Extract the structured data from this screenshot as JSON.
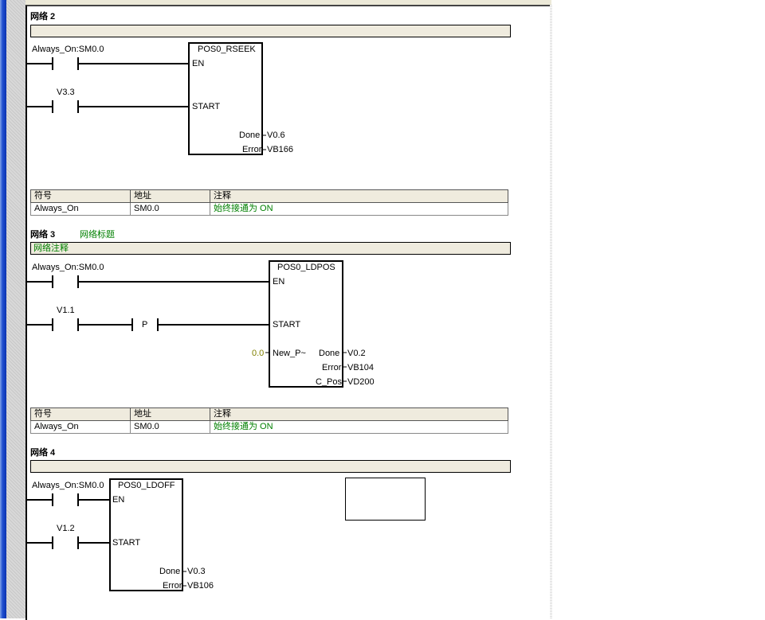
{
  "networks": [
    {
      "title": "网络 2",
      "box": {
        "name": "POS0_RSEEK",
        "in": [
          "EN",
          "START"
        ],
        "out": [
          "Done",
          "Error"
        ],
        "out_vals": [
          "V0.6",
          "VB166"
        ]
      },
      "contacts": [
        "Always_On:SM0.0",
        "V3.3"
      ]
    },
    {
      "title": "网络 3",
      "net_title": "网络标题",
      "comment": "网络注释",
      "box": {
        "name": "POS0_LDPOS",
        "in": [
          "EN",
          "START",
          "New_P~"
        ],
        "in_val": "0.0",
        "out": [
          "Done",
          "Error",
          "C_Pos"
        ],
        "out_vals": [
          "V0.2",
          "VB104",
          "VD200"
        ]
      },
      "contacts": [
        "Always_On:SM0.0",
        "V1.1"
      ],
      "edge": "P"
    },
    {
      "title": "网络 4",
      "box": {
        "name": "POS0_LDOFF",
        "in": [
          "EN",
          "START"
        ],
        "out": [
          "Done",
          "Error"
        ],
        "out_vals": [
          "V0.3",
          "VB106"
        ]
      },
      "contacts": [
        "Always_On:SM0.0",
        "V1.2"
      ]
    }
  ],
  "symtable": {
    "headers": [
      "符号",
      "地址",
      "注释"
    ],
    "row": [
      "Always_On",
      "SM0.0",
      "始终接通为 ON"
    ]
  }
}
